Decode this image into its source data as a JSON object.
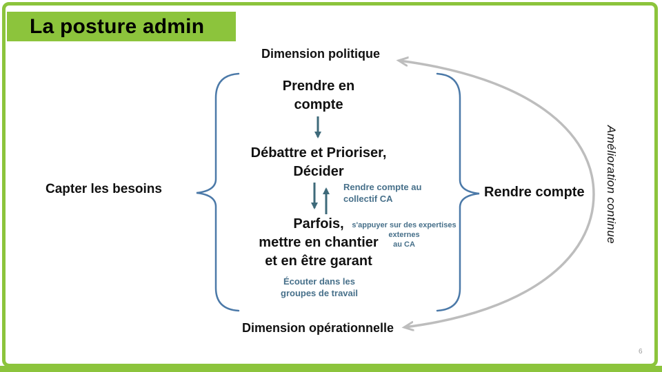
{
  "slide": {
    "title": "La posture admin",
    "page_number": "6"
  },
  "colors": {
    "accent_green": "#8cc43c",
    "brace_blue": "#4b79a8",
    "arrow_teal": "#3e6a7a",
    "note_teal": "#47708a",
    "arc_gray": "#bdbdbd"
  },
  "diagram": {
    "top_dimension": "Dimension politique",
    "bottom_dimension": "Dimension opérationnelle",
    "left_bracket_label": "Capter les besoins",
    "right_bracket_label": "Rendre compte",
    "improvement_label": "Amélioration continue",
    "steps": [
      {
        "label": "Prendre en\ncompte"
      },
      {
        "label": "Débattre et Prioriser,\nDécider"
      },
      {
        "label": "Parfois,\nmettre en chantier\net en être garant"
      }
    ],
    "notes": [
      {
        "label": "Rendre compte au\ncollectif CA"
      },
      {
        "label": "s'appuyer sur des expertises\nexternes\nau CA"
      },
      {
        "label": "Écouter dans les\ngroupes de travail"
      }
    ]
  }
}
